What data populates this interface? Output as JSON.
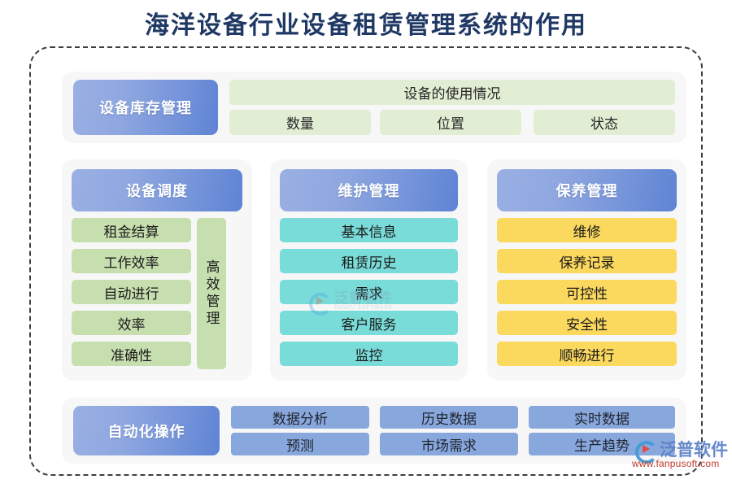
{
  "title": "海洋设备行业设备租赁管理系统的作用",
  "top_section": {
    "title_chip": "设备库存管理",
    "usage_header": "设备的使用情况",
    "sub_items": [
      "数量",
      "位置",
      "状态"
    ]
  },
  "columns": [
    {
      "header": "设备调度",
      "items": [
        "租金结算",
        "工作效率",
        "自动进行",
        "效率",
        "准确性"
      ],
      "vertical_chip": "高效管理"
    },
    {
      "header": "维护管理",
      "items": [
        "基本信息",
        "租赁历史",
        "需求",
        "客户服务",
        "监控"
      ]
    },
    {
      "header": "保养管理",
      "items": [
        "维修",
        "保养记录",
        "可控性",
        "安全性",
        "顺畅进行"
      ]
    }
  ],
  "bottom_section": {
    "title_chip": "自动化操作",
    "row_top": [
      "数据分析",
      "历史数据",
      "实时数据"
    ],
    "row_bottom": [
      "预测",
      "市场需求",
      "生产趋势"
    ]
  },
  "watermarks": {
    "center_cn": "泛普软件",
    "center_en": "FANPU SOFTWARE",
    "corner_cn": "泛普软件",
    "corner_url": "www.fanpusoft.com"
  },
  "colors": {
    "title": "#1f3864",
    "blue_chip_start": "#9ab0e4",
    "blue_chip_end": "#5f84d4",
    "green_light": "#e2eed4",
    "green": "#c7dfae",
    "teal": "#79dcd8",
    "amber": "#fbd85e",
    "bottom_blue": "#88a8dd",
    "panel_bg": "#f7f7f7",
    "frame_border": "#3f3f3f"
  }
}
